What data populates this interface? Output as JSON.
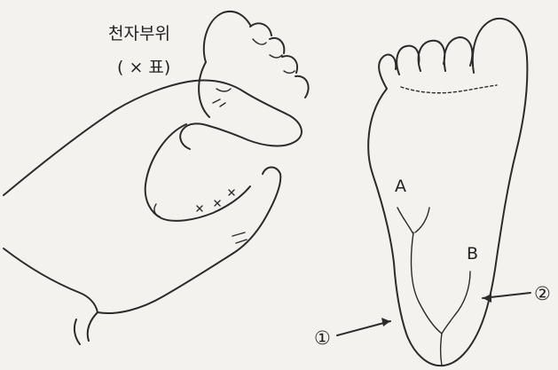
{
  "diagram": {
    "title_line1": "천자부위",
    "title_line2": "( × 표)",
    "label_a": "A",
    "label_b": "B",
    "marker_1": "①",
    "marker_2": "②"
  }
}
